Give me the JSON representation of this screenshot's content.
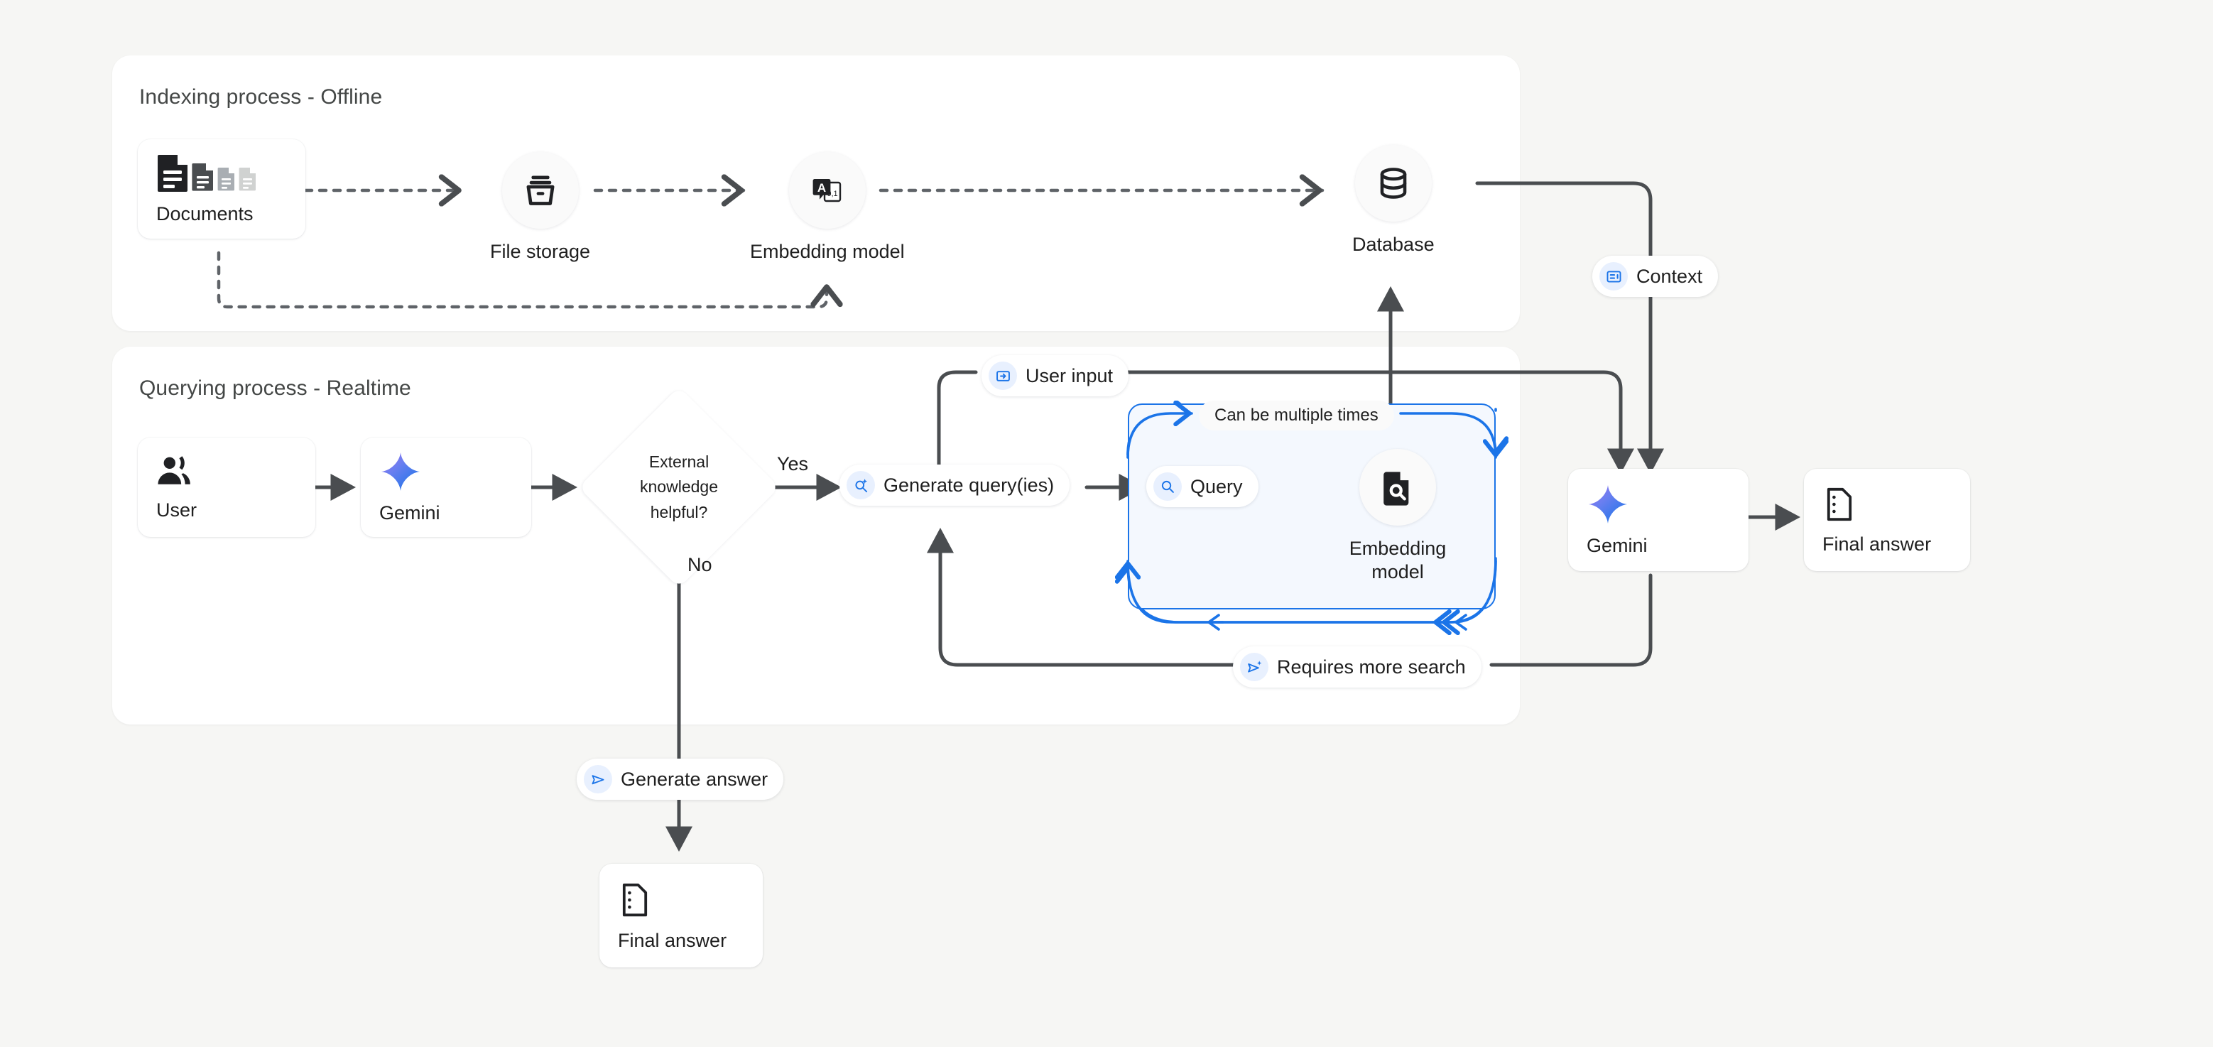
{
  "diagram": {
    "title_indexing": "Indexing process - Offline",
    "title_querying": "Querying process - Realtime",
    "colors": {
      "canvas": "#f6f6f4",
      "panel": "#ffffff",
      "accent_blue": "#1b74e8",
      "loop_fill": "#f4f8fe",
      "connector": "#4a4d50",
      "dashed": "#5f6368",
      "text": "#1f1f1f",
      "title_text": "#444746",
      "pill_icon_bg": "#e8f0fe",
      "gemini_gradient_from": "#8b5cf6",
      "gemini_gradient_to": "#1b74e8"
    }
  },
  "indexing": {
    "nodes": [
      {
        "id": "documents",
        "label": "Documents",
        "icon": "documents-icon",
        "shape": "card"
      },
      {
        "id": "file-storage",
        "label": "File storage",
        "icon": "archive-icon",
        "shape": "circle"
      },
      {
        "id": "embedding-model",
        "label": "Embedding model",
        "icon": "translate-embedding-icon",
        "shape": "circle"
      },
      {
        "id": "database",
        "label": "Database",
        "icon": "database-icon",
        "shape": "circle"
      }
    ],
    "edges": [
      {
        "from": "documents",
        "to": "file-storage",
        "style": "dashed",
        "label": ""
      },
      {
        "from": "file-storage",
        "to": "embedding-model",
        "style": "dashed",
        "label": ""
      },
      {
        "from": "embedding-model",
        "to": "database",
        "style": "dashed",
        "label": ""
      },
      {
        "from": "documents",
        "to": "embedding-model",
        "style": "dashed",
        "label": ""
      },
      {
        "from": "database",
        "to": "gemini-right",
        "style": "solid",
        "label": "Context"
      }
    ]
  },
  "querying": {
    "nodes": [
      {
        "id": "user",
        "label": "User",
        "icon": "user-icon",
        "shape": "card"
      },
      {
        "id": "gemini-left",
        "label": "Gemini",
        "icon": "gemini-spark-icon",
        "shape": "card"
      },
      {
        "id": "decision",
        "label": "External knowledge helpful?",
        "shape": "diamond"
      },
      {
        "id": "generate-queries",
        "label": "Generate query(ies)",
        "icon": "query-spark-icon",
        "shape": "pill"
      },
      {
        "id": "query",
        "label": "Query",
        "icon": "search-icon",
        "shape": "pill"
      },
      {
        "id": "embedding-model-query",
        "label": "Embedding model",
        "icon": "document-search-icon",
        "shape": "circle"
      },
      {
        "id": "gemini-right",
        "label": "Gemini",
        "icon": "gemini-spark-icon",
        "shape": "card"
      },
      {
        "id": "final-answer-right",
        "label": "Final answer",
        "icon": "answer-doc-icon",
        "shape": "card"
      },
      {
        "id": "final-answer-bottom",
        "label": "Final answer",
        "icon": "answer-doc-icon",
        "shape": "card"
      }
    ],
    "labels": {
      "yes": "Yes",
      "no": "No",
      "user_input": "User input",
      "requires_more_search": "Requires more search",
      "generate_answer": "Generate answer",
      "can_be_multiple_times": "Can be multiple times",
      "context": "Context"
    },
    "loop_box": {
      "label": "Can be multiple times",
      "accent": "#1b74e8"
    }
  },
  "decision_text": {
    "line1": "External",
    "line2": "knowledge",
    "line3": "helpful?"
  }
}
